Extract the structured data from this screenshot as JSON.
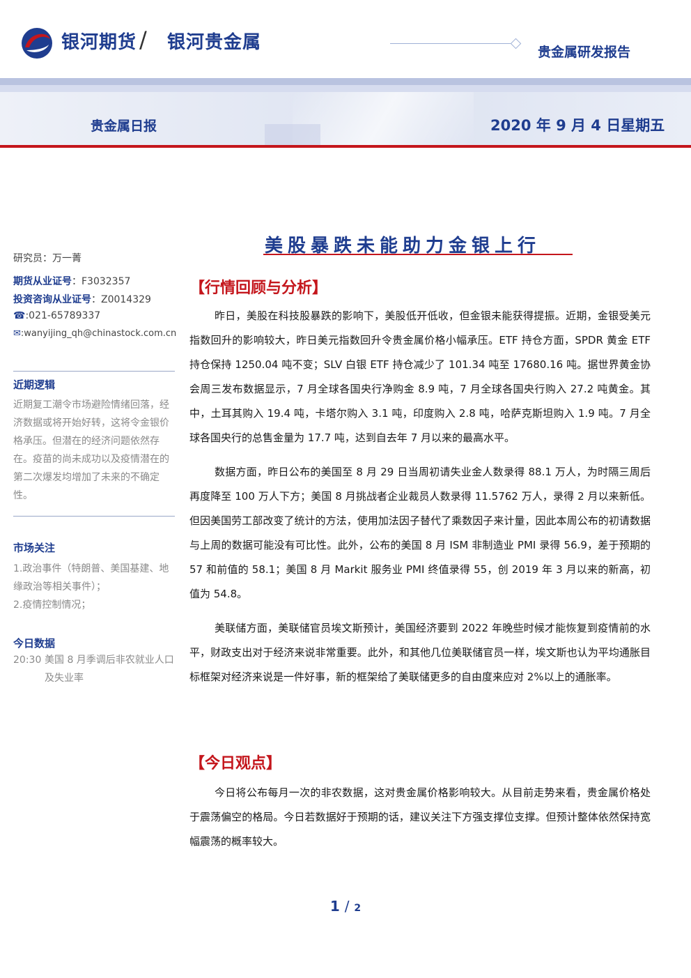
{
  "header": {
    "brand_primary": "银河期货",
    "brand_separator": "/",
    "brand_secondary": "银河贵金属",
    "report_type": "贵金属研发报告",
    "daily_title": "贵金属日报",
    "date": "2020 年 9 月 4 日星期五",
    "colors": {
      "brand_blue": "#1f3d8f",
      "accent_red": "#c4161c"
    }
  },
  "sidebar": {
    "researcher": "研究员：万一菁",
    "futures_cert_label": "期货从业证号",
    "futures_cert_value": "：F3032357",
    "invest_cert_label": "投资咨询从业证号",
    "invest_cert_value": "：Z0014329",
    "phone_icon": "phone-icon",
    "phone": "021-65789337",
    "email_icon": "mail-icon",
    "email": "wanyijing_qh@chinastock.com.cn",
    "logic_title": "近期逻辑",
    "logic_text": "近期复工潮令市场避险情绪回落，经济数据或将开始好转，这将令金银价格承压。但潜在的经济问题依然存在。疫苗的尚未成功以及疫情潜在的第二次爆发均增加了未来的不确定性。",
    "focus_title": "市场关注",
    "focus_items": [
      "1.政治事件（特朗普、美国基建、地缘政治等相关事件）；",
      "2.疫情控制情况；"
    ],
    "data_title": "今日数据",
    "data_time": "20:30",
    "data_desc": "美国 8 月季调后非农就业人口及失业率"
  },
  "main": {
    "title": "美股暴跌未能助力金银上行",
    "section1_title": "【行情回顾与分析】",
    "section1_paras": [
      "昨日，美股在科技股暴跌的影响下，美股低开低收，但金银未能获得提振。近期，金银受美元指数回升的影响较大，昨日美元指数回升令贵金属价格小幅承压。ETF 持仓方面，SPDR 黄金 ETF 持仓保持 1250.04 吨不变；SLV 白银 ETF 持仓减少了 101.34 吨至 17680.16 吨。据世界黄金协会周三发布数据显示，7 月全球各国央行净购金 8.9 吨，7 月全球各国央行购入 27.2 吨黄金。其中，土耳其购入 19.4 吨，卡塔尔购入 3.1 吨，印度购入 2.8 吨，哈萨克斯坦购入 1.9 吨。7 月全球各国央行的总售金量为 17.7 吨，达到自去年 7 月以来的最高水平。",
      "数据方面，昨日公布的美国至 8 月 29 日当周初请失业金人数录得 88.1 万人，为时隔三周后再度降至 100 万人下方；美国 8 月挑战者企业裁员人数录得 11.5762 万人，录得 2 月以来新低。但因美国劳工部改变了统计的方法，使用加法因子替代了乘数因子来计量，因此本周公布的初请数据与上周的数据可能没有可比性。此外，公布的美国 8 月 ISM 非制造业 PMI 录得 56.9，差于预期的 57 和前值的 58.1；美国 8 月 Markit 服务业 PMI 终值录得 55，创 2019 年 3 月以来的新高，初值为 54.8。",
      "美联储方面，美联储官员埃文斯预计，美国经济要到 2022 年晚些时候才能恢复到疫情前的水平，财政支出对于经济来说非常重要。此外，和其他几位美联储官员一样，埃文斯也认为平均通胀目标框架对经济来说是一件好事，新的框架给了美联储更多的自由度来应对 2%以上的通胀率。"
    ],
    "section2_title": "【今日观点】",
    "section2_paras": [
      "今日将公布每月一次的非农数据，这对贵金属价格影响较大。从目前走势来看，贵金属价格处于震荡偏空的格局。今日若数据好于预期的话，建议关注下方强支撑位支撑。但预计整体依然保持宽幅震荡的概率较大。"
    ]
  },
  "footer": {
    "page_current": "1",
    "page_sep": "/",
    "page_total": "2"
  }
}
